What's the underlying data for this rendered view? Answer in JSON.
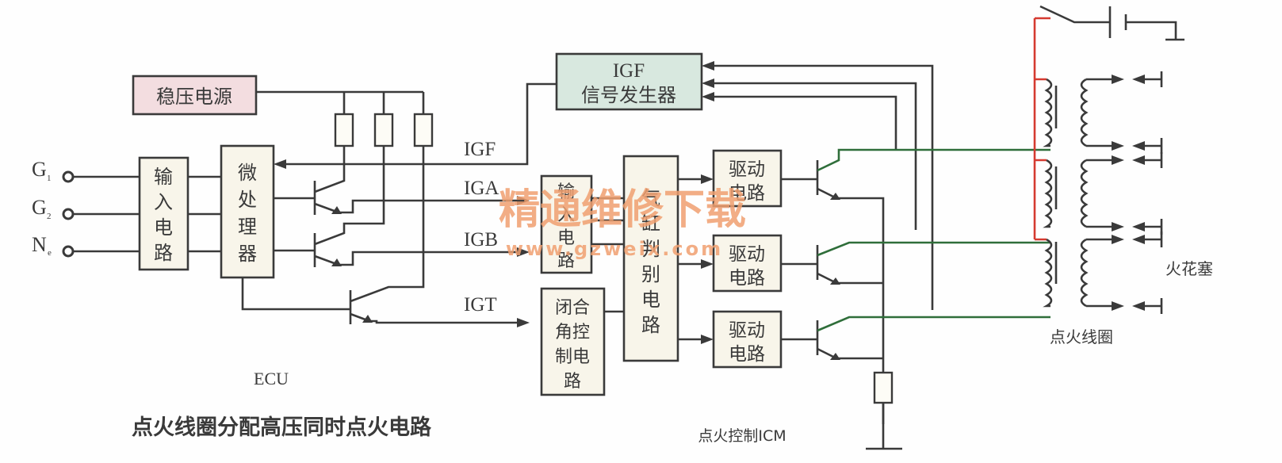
{
  "title": "点火线圈分配高压同时点火电路",
  "blocks": {
    "regulated_power": "稳压电源",
    "input_circuit_ecu": [
      "输",
      "入",
      "电",
      "路"
    ],
    "microprocessor": [
      "微",
      "处",
      "理",
      "器"
    ],
    "igf_generator_line1": "IGF",
    "igf_generator_line2": "信号发生器",
    "input_circuit_icm": [
      "输",
      "入",
      "电",
      "路"
    ],
    "cylinder_discrimination": [
      "气",
      "缸",
      "判",
      "别",
      "电",
      "路"
    ],
    "dwell_control": [
      "闭合",
      "角控",
      "制电",
      "路"
    ],
    "driver_circuit": [
      "驱动",
      "电路"
    ]
  },
  "inputs": [
    {
      "main": "G",
      "sub": "1"
    },
    {
      "main": "G",
      "sub": "2"
    },
    {
      "main": "N",
      "sub": "e"
    }
  ],
  "signals": {
    "igf": "IGF",
    "iga": "IGA",
    "igb": "IGB",
    "igt": "IGT"
  },
  "labels": {
    "ecu": "ECU",
    "icm": "点火控制ICM",
    "ignition_coil": "点火线圈",
    "spark_plug": "火花塞"
  },
  "watermark": {
    "cn": "精通维修下载",
    "url": "www.gzweix.com"
  },
  "colors": {
    "power_box": "#f3dde0",
    "igf_box": "#d8e8df",
    "block_fill": "#f8f5ea",
    "wire": "#3a3a3a",
    "primary_green": "#2f6e3a",
    "power_red": "#d53a30",
    "watermark": "#f0a070"
  }
}
